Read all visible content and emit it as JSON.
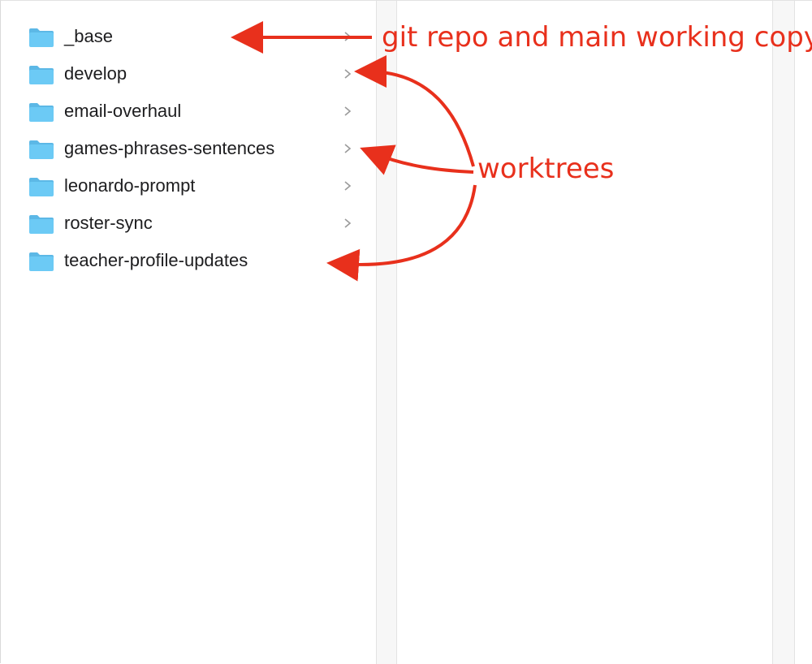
{
  "folders": [
    {
      "name": "_base"
    },
    {
      "name": "develop"
    },
    {
      "name": "email-overhaul"
    },
    {
      "name": "games-phrases-sentences"
    },
    {
      "name": "leonardo-prompt"
    },
    {
      "name": "roster-sync"
    },
    {
      "name": "teacher-profile-updates"
    }
  ],
  "annotations": {
    "base_note": "git repo and main working copy",
    "worktrees_note": "worktrees",
    "color": "#e8301c"
  },
  "icons": {
    "folder": "folder-icon",
    "chevron": "chevron-right-icon"
  },
  "colors": {
    "folder_fill": "#6ccaf5",
    "folder_tab": "#5cb8e6",
    "text": "#1d1d1f",
    "chevron": "#9a9a9a"
  }
}
